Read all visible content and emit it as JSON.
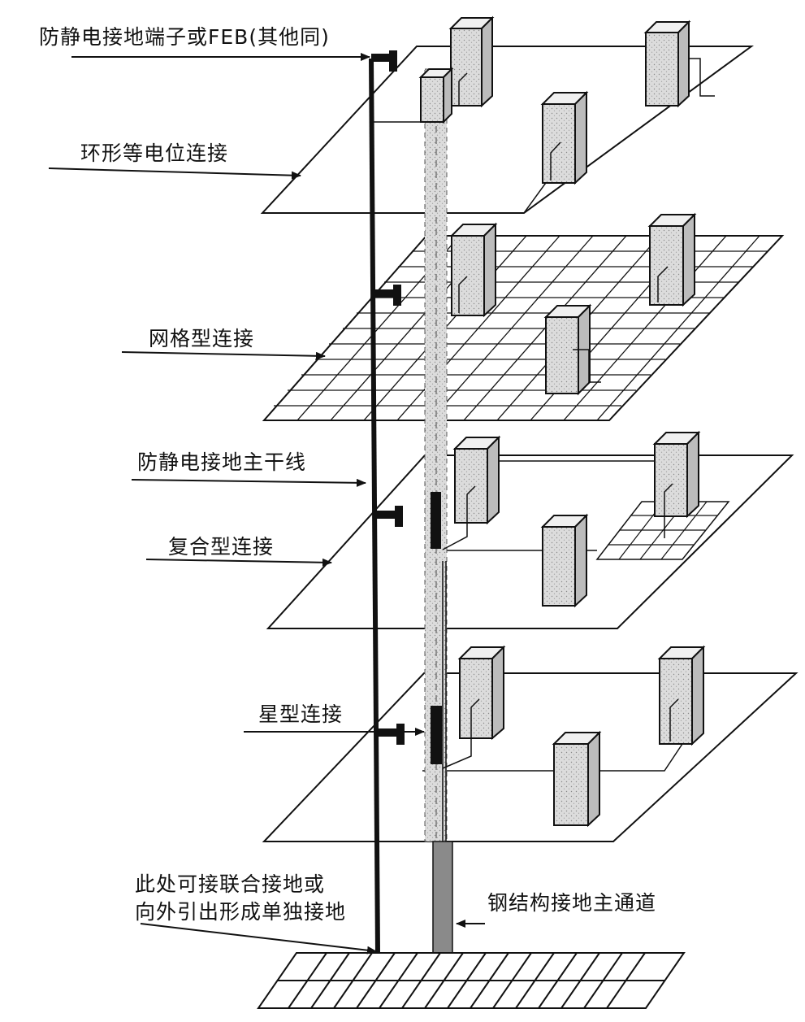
{
  "labels": {
    "esd_terminal": "防静电接地端子或FEB(其他同)",
    "ring_bonding": "环形等电位连接",
    "mesh_bonding": "网格型连接",
    "esd_trunk": "防静电接地主干线",
    "hybrid_bonding": "复合型连接",
    "star_bonding": "星型连接",
    "ground_note_line1": "此处可接联合接地或",
    "ground_note_line2": "向外引出形成单独接地",
    "steel_channel": "钢结构接地主通道"
  },
  "colors": {
    "ink": "#111111",
    "cabinet_fill": "#dcdcdc",
    "steel_channel_fill": "#8a8a8a"
  }
}
